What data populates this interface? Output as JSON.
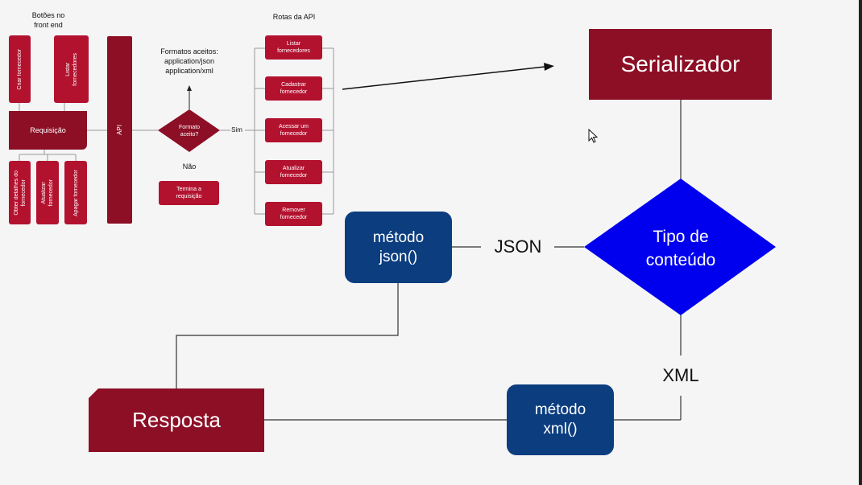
{
  "left_flow": {
    "botoes_title": "Botões no\nfront end",
    "rotas_title": "Rotas da API",
    "formatos_text": "Formatos aceitos:\napplication/json\napplication/xml",
    "buttons_top": [
      "Criar fornecedor",
      "Listar\nfornecedores"
    ],
    "requisicao_label": "Requisição",
    "buttons_bottom": [
      "Obter detalhes do\nfornecedor",
      "Atualizar\nfornecedor",
      "Apagar fornecedor"
    ],
    "api_label": "API",
    "decision_label": "Formato\naceito?",
    "sim_label": "Sim",
    "nao_label": "Não",
    "termina_label": "Termina a\nrequisição",
    "routes": [
      "Listar\nfornecedores",
      "Cadastrar\nfornecedor",
      "Acessar um\nfornecedor",
      "Atualizar\nfornecedor",
      "Remover\nfornecedor"
    ]
  },
  "right_flow": {
    "serializador_label": "Serializador",
    "tipo_conteudo_label": "Tipo de\nconteúdo",
    "json_label": "JSON",
    "xml_label": "XML",
    "metodo_json_label": "método\njson()",
    "metodo_xml_label": "método\nxml()",
    "resposta_label": "Resposta"
  },
  "colors": {
    "maroon": "#8c0f26",
    "crimson": "#b3122f",
    "blue_diamond": "#0000ee",
    "blue_node": "#0b3d7f",
    "background": "#f5f5f5"
  }
}
